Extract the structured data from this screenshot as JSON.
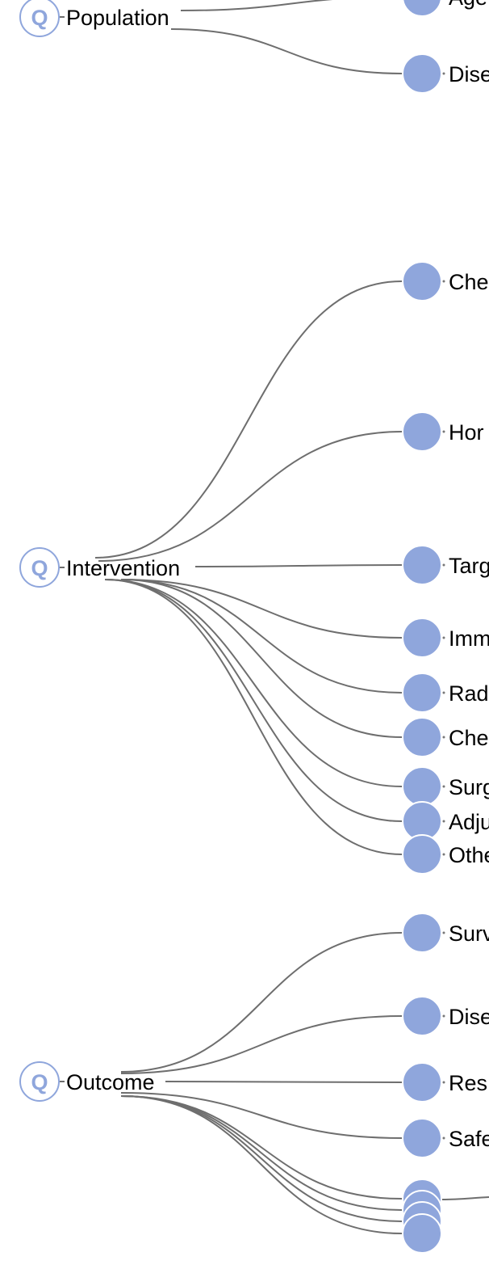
{
  "roots": [
    {
      "id": "population",
      "label": "Population",
      "icon_letter": "Q",
      "children": [
        {
          "label": "Age"
        },
        {
          "label": "Dise"
        }
      ]
    },
    {
      "id": "intervention",
      "label": "Intervention",
      "icon_letter": "Q",
      "children": [
        {
          "label": "Che"
        },
        {
          "label": "Hor"
        },
        {
          "label": "Targ"
        },
        {
          "label": "Imm"
        },
        {
          "label": "Rad"
        },
        {
          "label": "Che"
        },
        {
          "label": "Surg"
        },
        {
          "label": "Adju"
        },
        {
          "label": "Othe"
        }
      ]
    },
    {
      "id": "outcome",
      "label": "Outcome",
      "icon_letter": "Q",
      "children": [
        {
          "label": "Surv"
        },
        {
          "label": "Dise"
        },
        {
          "label": "Res"
        },
        {
          "label": "Safe"
        },
        {
          "label": ""
        },
        {
          "label": ""
        },
        {
          "label": ""
        },
        {
          "label": ""
        }
      ]
    }
  ],
  "colors": {
    "node_fill": "#8fa6dc",
    "link_stroke": "#6e6e6e",
    "label_text": "#000000"
  }
}
